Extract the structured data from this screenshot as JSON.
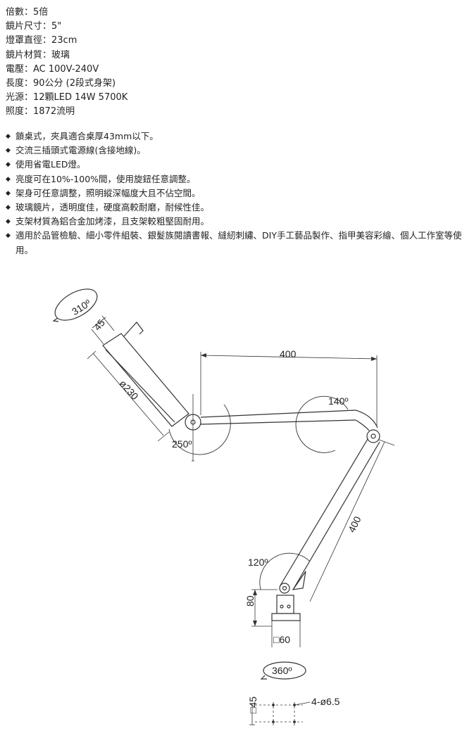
{
  "specs": [
    "倍數：5倍",
    "鏡片尺寸：5\"",
    "燈罩直徑：23cm",
    "鏡片材質：玻璃",
    "電壓：AC 100V-240V",
    "長度：90公分 (2段式身架)",
    "光源：12顆LED 14W 5700K",
    "照度：1872流明"
  ],
  "features": [
    "鎖桌式，夾具適合桌厚43mm以下。",
    "交流三插頭式電源線(含接地線)。",
    "使用省電LED燈。",
    "亮度可在10%-100%間，使用旋鈕任意調整。",
    "架身可任意調整，照明縱深幅度大且不佔空間。",
    "玻璃鏡片，透明度佳，硬度高較耐磨，耐候性佳。",
    "支架材質為鋁合金加烤漆，且支架較粗堅固耐用。",
    "適用於品管檢驗、細小零件組裝、銀髮族閱讀書報、縫紉刺繡、DIY手工藝品製作、指甲美容彩繪、個人工作室等使用。"
  ],
  "bullet_icon": "diamond-bullet-icon",
  "diagram": {
    "angle_head": "310º",
    "head_width": "45",
    "head_diameter": "ø230",
    "angle_head_joint": "250º",
    "upper_arm_length": "400",
    "angle_elbow": "140º",
    "lower_arm_length": "400",
    "angle_base_joint": "120º",
    "base_height": "80",
    "base_width": "□60",
    "rotation": "360º",
    "mount_size": "□45",
    "mount_holes": "4-ø6.5"
  }
}
